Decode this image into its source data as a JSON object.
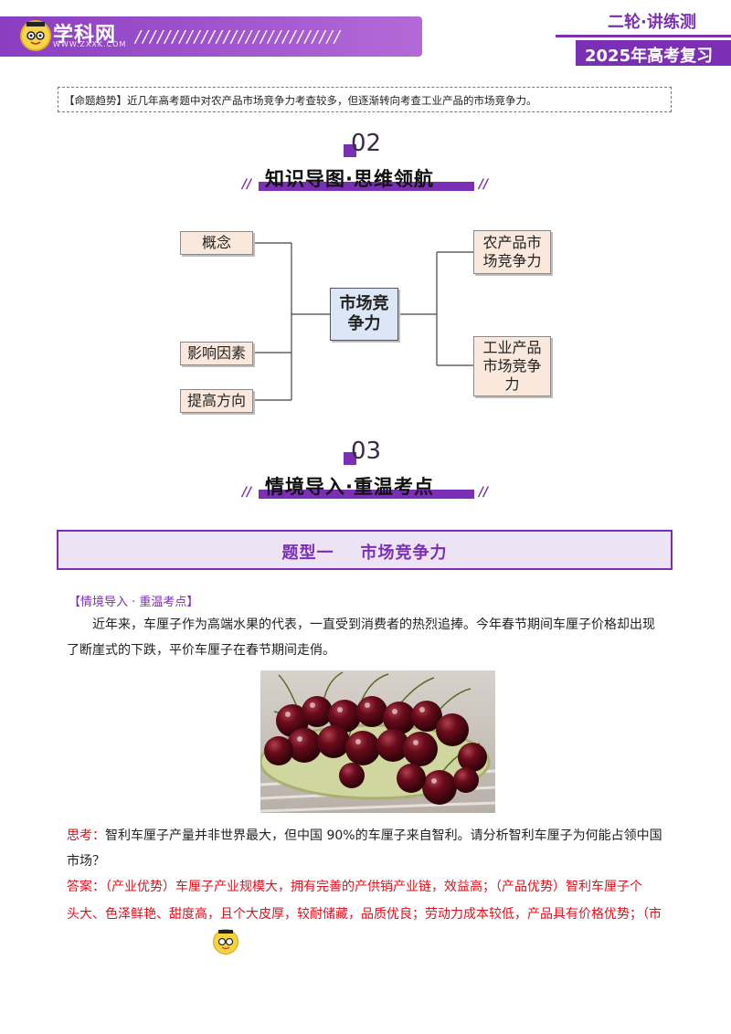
{
  "header": {
    "logo_text": "学科网",
    "logo_sub": "WWW.ZXXK.COM",
    "slashes": "////////////////////////////",
    "series": "二轮·讲练测",
    "year_title": "2025年高考复习"
  },
  "trend": {
    "label": "【命题趋势】",
    "text": "近几年高考题中对农产品市场竞争力考查较多，但逐渐转向考查工业产品的市场竞争力。"
  },
  "section2": {
    "number": "02",
    "title": "知识导图·思维领航",
    "slash_left": "//",
    "slash_right": "//"
  },
  "mindmap": {
    "center": [
      "市场竞",
      "争力"
    ],
    "left": [
      "概念",
      "影响因素",
      "提高方向"
    ],
    "right_top": [
      "农产品市",
      "场竞争力"
    ],
    "right_bottom": [
      "工业产品",
      "市场竞争",
      "力"
    ]
  },
  "section3": {
    "number": "03",
    "title": "情境导入·重温考点",
    "slash_left": "//",
    "slash_right": "//"
  },
  "banner": {
    "title": "题型一    市场竞争力"
  },
  "scenario": {
    "label": "【情境导入 · 重温考点】",
    "line1": "近年来，车厘子作为高端水果的代表，一直受到消费者的热烈追捧。今年春节期间车厘子价格却出现",
    "line2": "了断崖式的下跌，平价车厘子在春节期间走俏。"
  },
  "think": {
    "label": "思考：",
    "line1": "智利车厘子产量并非世界最大，但中国 90%的车厘子来自智利。请分析智利车厘子为何能占领中国",
    "line2": "市场？"
  },
  "answer": {
    "label": "答案：",
    "line1": "（产业优势）车厘子产业规模大，拥有完善的产供销产业链，效益高；（产品优势）智利车厘子个",
    "line2": "头大、色泽鲜艳、甜度高，且个大皮厚，较耐储藏，品质优良；劳动力成本较低，产品具有价格优势；（市"
  },
  "colors": {
    "accent": "#7b2fb5",
    "answer": "#e0101c",
    "mm_box": "#fae8dc",
    "mm_center": "#dbe7f7"
  }
}
